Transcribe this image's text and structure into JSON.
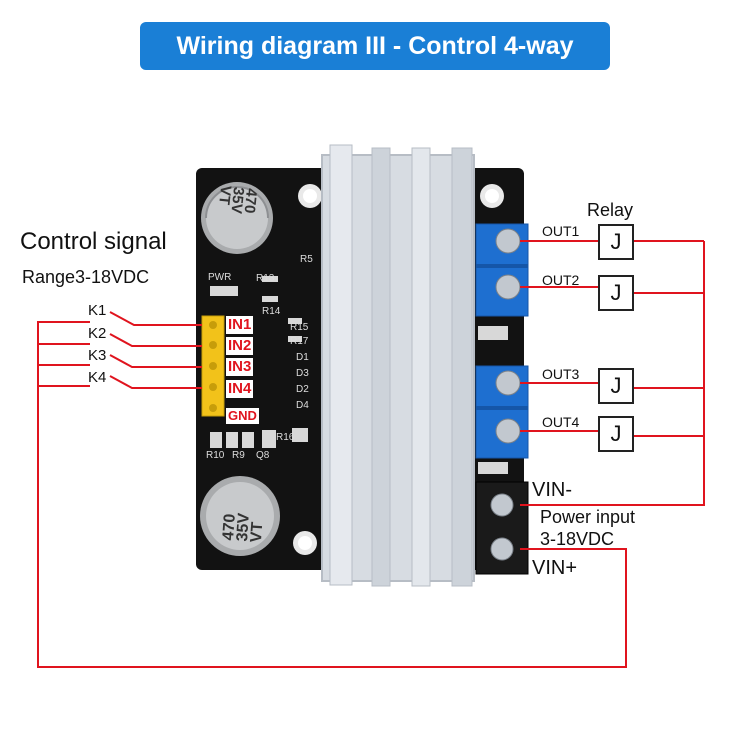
{
  "title": "Wiring diagram III - Control 4-way",
  "control": {
    "title": "Control signal",
    "range": "Range3-18VDC"
  },
  "switches": [
    "K1",
    "K2",
    "K3",
    "K4"
  ],
  "inputs": [
    "IN1",
    "IN2",
    "IN3",
    "IN4"
  ],
  "gnd": "GND",
  "relay": {
    "title": "Relay",
    "symbol": "J"
  },
  "outputs": [
    "OUT1",
    "OUT2",
    "OUT3",
    "OUT4"
  ],
  "power": {
    "vin_minus": "VIN-",
    "vin_plus": "VIN+",
    "label": "Power input",
    "range": "3-18VDC"
  },
  "board": {
    "cap_top": [
      "470",
      "35V",
      "VT"
    ],
    "cap_bottom": [
      "470",
      "35V",
      "VT"
    ],
    "silk": [
      "PWR",
      "R13",
      "R5",
      "R15",
      "R17",
      "R14",
      "R16",
      "D1",
      "D3",
      "D2",
      "D4",
      "R9",
      "R10",
      "Q8"
    ]
  },
  "colors": {
    "banner": "#1a7fd6",
    "wire": "#e0141e",
    "board": "#111111",
    "terminal": "#1e6fd0",
    "header": "#f2c21a",
    "heatsink": "#d8dde3"
  }
}
